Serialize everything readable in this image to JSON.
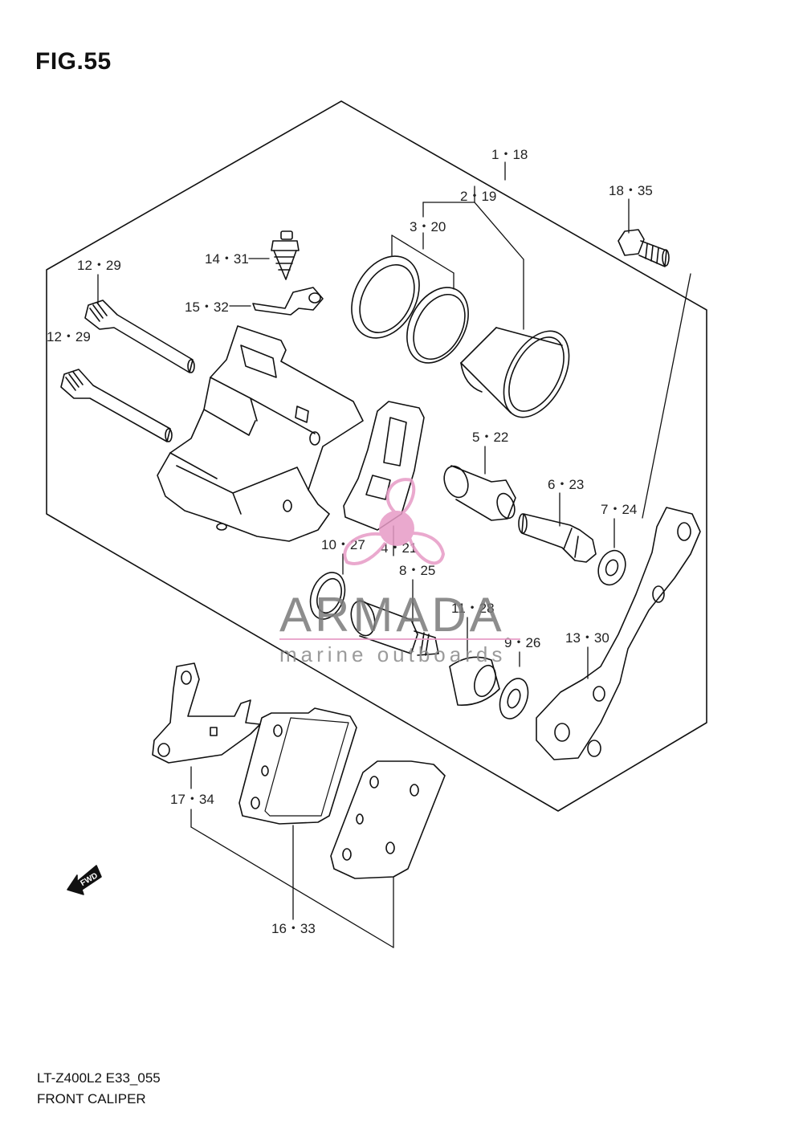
{
  "figure_title": "FIG.55",
  "callouts": [
    {
      "id": "c1",
      "text": "1・18"
    },
    {
      "id": "c2",
      "text": "2・19"
    },
    {
      "id": "c3",
      "text": "3・20"
    },
    {
      "id": "c18",
      "text": "18・35"
    },
    {
      "id": "c14",
      "text": "14・31"
    },
    {
      "id": "c12a",
      "text": "12・29"
    },
    {
      "id": "c12b",
      "text": "12・29"
    },
    {
      "id": "c15",
      "text": "15・32"
    },
    {
      "id": "c5",
      "text": "5・22"
    },
    {
      "id": "c6",
      "text": "6・23"
    },
    {
      "id": "c7",
      "text": "7・24"
    },
    {
      "id": "c10",
      "text": "10・27"
    },
    {
      "id": "c4",
      "text": "4・21"
    },
    {
      "id": "c8",
      "text": "8・25"
    },
    {
      "id": "c11",
      "text": "11・28"
    },
    {
      "id": "c9",
      "text": "9・26"
    },
    {
      "id": "c13",
      "text": "13・30"
    },
    {
      "id": "c17",
      "text": "17・34"
    },
    {
      "id": "c16",
      "text": "16・33"
    }
  ],
  "fwd_label": "FWD",
  "watermark": {
    "brand": "ARMADA",
    "tagline": "marine outboards",
    "accent_color": "#e79bc6",
    "text_color": "#7a7a7a"
  },
  "footer": {
    "model_code": "LT-Z400L2 E33_055",
    "caption": "FRONT CALIPER"
  }
}
